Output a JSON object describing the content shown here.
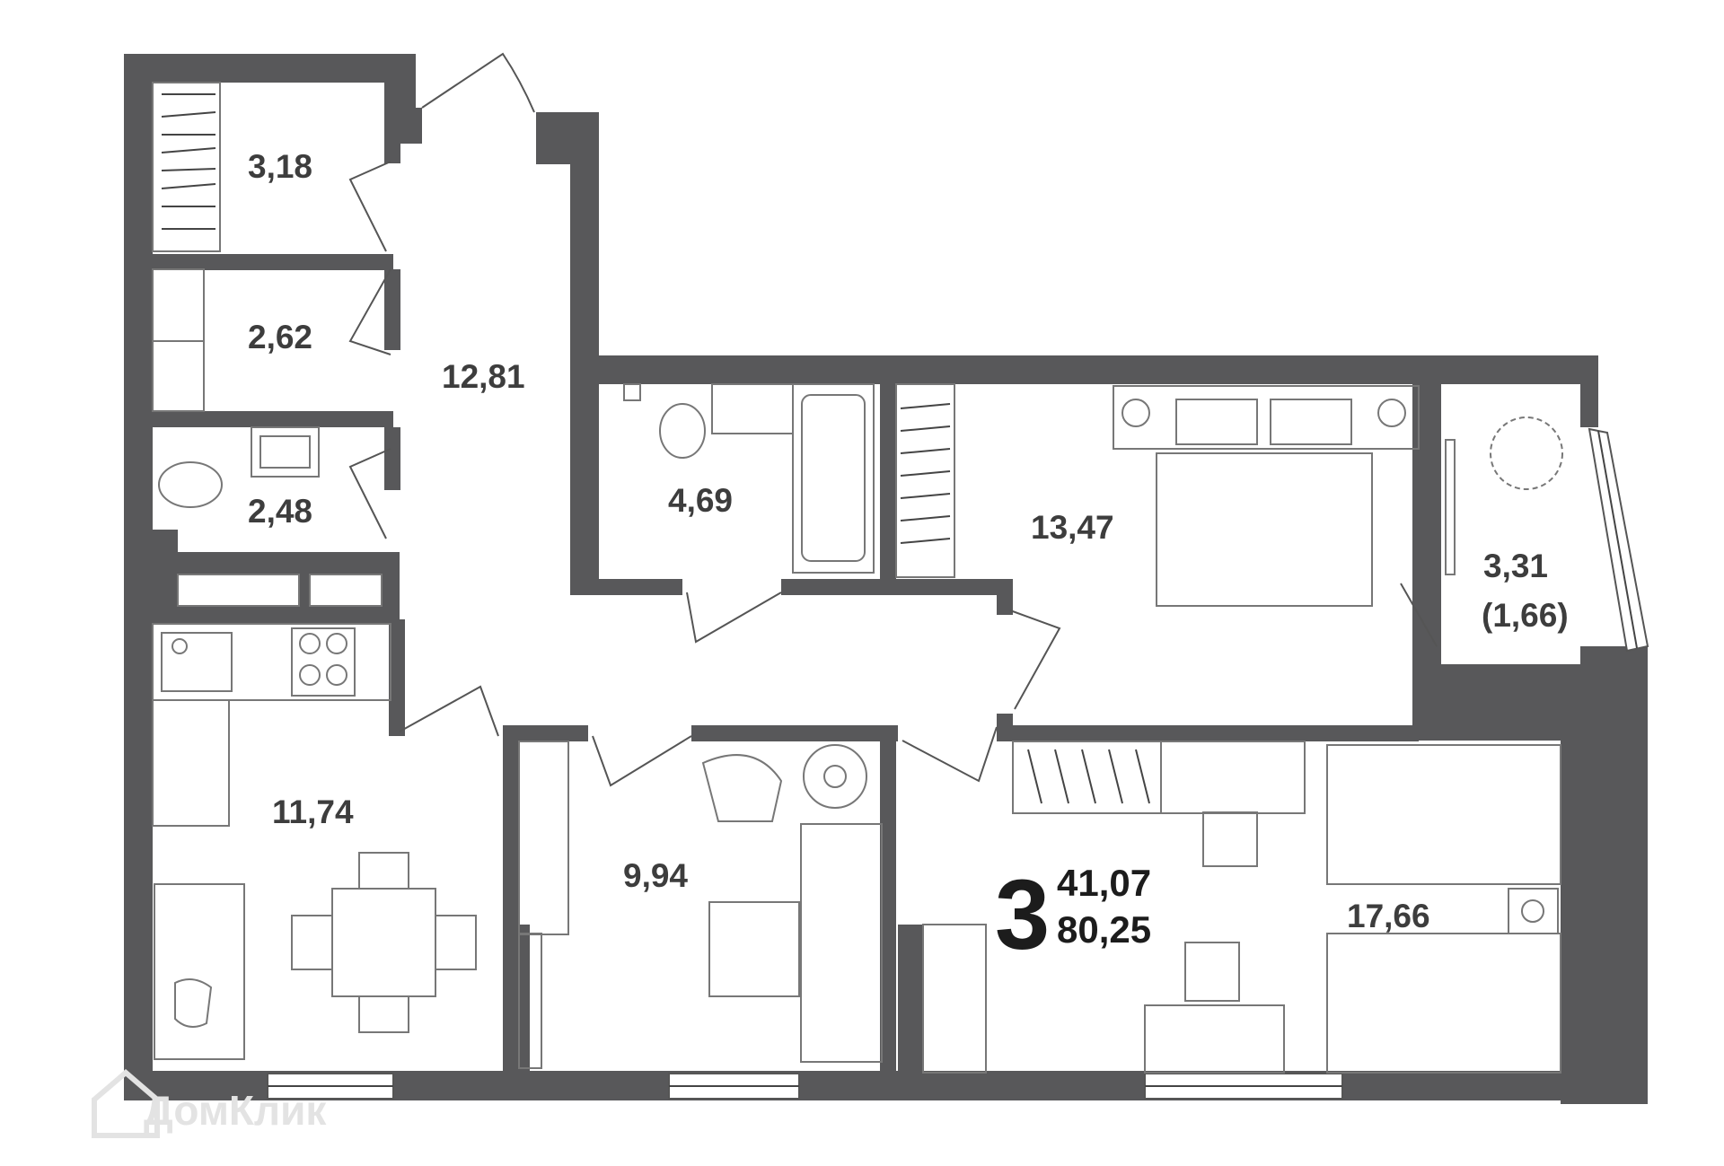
{
  "plan": {
    "rooms": [
      {
        "id": "storage",
        "area": "3,18"
      },
      {
        "id": "laundry",
        "area": "2,62"
      },
      {
        "id": "toilet",
        "area": "2,48"
      },
      {
        "id": "hall",
        "area": "12,81"
      },
      {
        "id": "bathroom",
        "area": "4,69"
      },
      {
        "id": "bedroom",
        "area": "13,47"
      },
      {
        "id": "balcony",
        "area": "3,31",
        "area_reduced": "(1,66)"
      },
      {
        "id": "kitchen",
        "area": "11,74"
      },
      {
        "id": "living",
        "area": "9,94"
      },
      {
        "id": "kids-room",
        "area": "17,66"
      }
    ],
    "summary": {
      "rooms_count": "3",
      "living_area": "41,07",
      "total_area": "80,25"
    },
    "watermark": "ДомКлик",
    "colors": {
      "wall": "#58585a",
      "label": "#3d3d3d"
    }
  }
}
